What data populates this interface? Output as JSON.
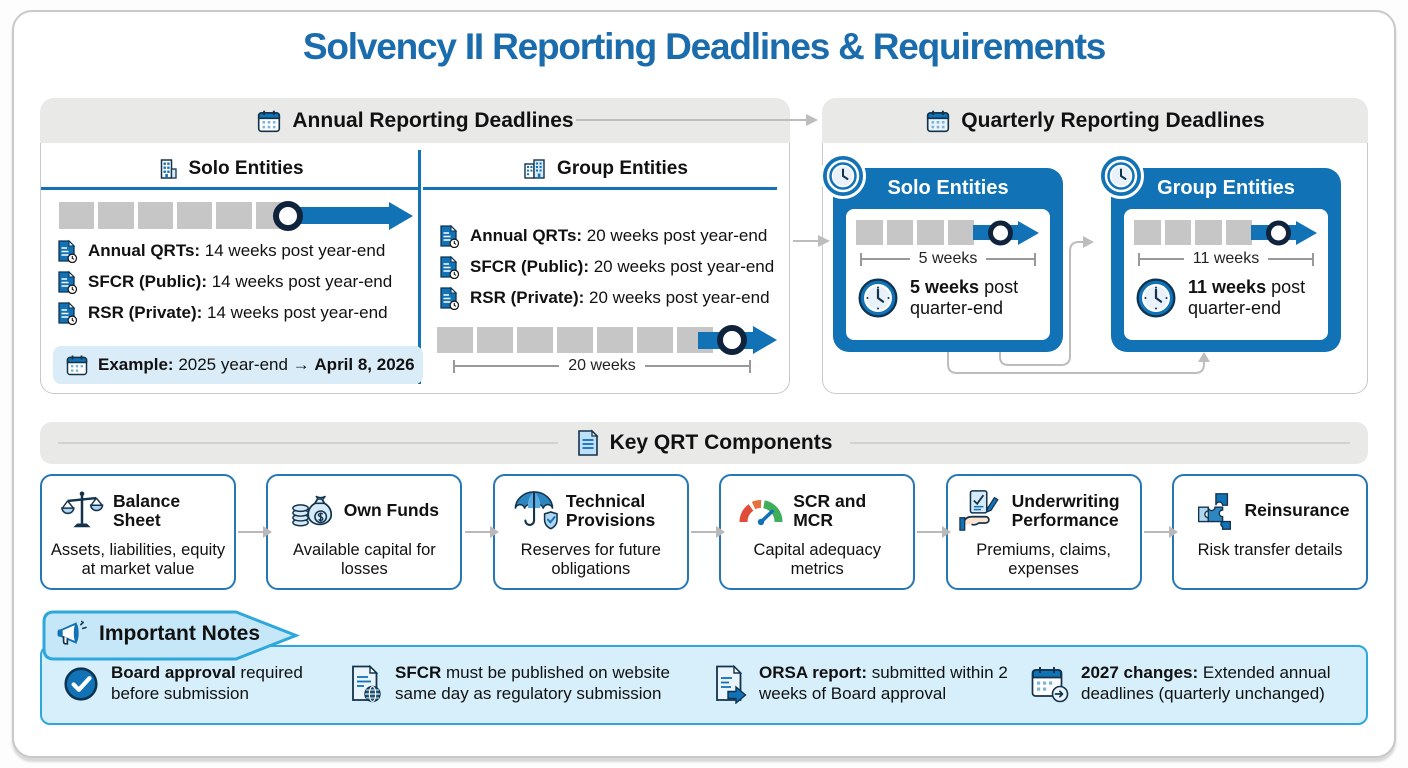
{
  "title": "Solvency II Reporting Deadlines & Requirements",
  "annual": {
    "header": "Annual Reporting Deadlines",
    "header_icon": "calendar-icon",
    "solo": {
      "title": "Solo Entities",
      "title_icon": "building-icon",
      "item_icon": "document-clock-icon",
      "items": [
        {
          "label": "Annual QRTs:",
          "text": " 14 weeks post year-end"
        },
        {
          "label": "SFCR (Public):",
          "text": " 14 weeks post year-end"
        },
        {
          "label": "RSR (Private):",
          "text": " 14 weeks post year-end"
        }
      ],
      "example_icon": "calendar-icon",
      "example_label": "Example:",
      "example_text": " 2025 year-end → ",
      "example_result": "April 8, 2026"
    },
    "group": {
      "title": "Group Entities",
      "title_icon": "buildings-icon",
      "item_icon": "document-clock-icon",
      "items": [
        {
          "label": "Annual QRTs:",
          "text": " 20 weeks post year-end"
        },
        {
          "label": "SFCR (Public):",
          "text": " 20 weeks post year-end"
        },
        {
          "label": "RSR (Private):",
          "text": " 20 weeks post year-end"
        }
      ],
      "timeline_label": "20 weeks"
    }
  },
  "quarterly": {
    "header": "Quarterly Reporting Deadlines",
    "header_icon": "calendar-icon",
    "solo": {
      "title": "Solo Entities",
      "badge_icon": "clock-icon",
      "measure": "5 weeks",
      "deadline_bold": "5 weeks",
      "deadline_rest": " post quarter-end"
    },
    "group": {
      "title": "Group Entities",
      "badge_icon": "clock-icon",
      "measure": "11 weeks",
      "deadline_bold": "11 weeks",
      "deadline_rest": " post quarter-end"
    }
  },
  "components": {
    "header": "Key QRT Components",
    "header_icon": "document-icon",
    "cards": [
      {
        "icon": "balance-scale-icon",
        "title": "Balance Sheet",
        "desc": "Assets, liabilities, equity at market value"
      },
      {
        "icon": "money-bag-icon",
        "title": "Own Funds",
        "desc": "Available capital for losses"
      },
      {
        "icon": "umbrella-shield-icon",
        "title": "Technical Provisions",
        "desc": "Reserves for future obligations"
      },
      {
        "icon": "gauge-icon",
        "title": "SCR and MCR",
        "desc": "Capital adequacy metrics"
      },
      {
        "icon": "underwriting-hand-icon",
        "title": "Underwriting Performance",
        "desc": "Premiums, claims, expenses"
      },
      {
        "icon": "puzzle-icon",
        "title": "Reinsurance",
        "desc": "Risk transfer details"
      }
    ]
  },
  "notes": {
    "header": "Important Notes",
    "header_icon": "megaphone-icon",
    "items": [
      {
        "icon": "check-circle-icon",
        "bold": "Board approval",
        "text": " required before submission"
      },
      {
        "icon": "document-globe-icon",
        "bold": "SFCR",
        "text": " must be published on website same day as regulatory submission"
      },
      {
        "icon": "document-arrow-icon",
        "bold": "ORSA report:",
        "text": " submitted within 2 weeks of Board approval"
      },
      {
        "icon": "calendar-arrow-icon",
        "bold": "2027 changes:",
        "text": " Extended annual deadlines (quarterly unchanged)"
      }
    ]
  },
  "colors": {
    "primary_blue": "#1272b6",
    "title_blue": "#1a6cac",
    "header_gray": "#e9e9e7",
    "segment_gray": "#c6c6c6",
    "light_blue_box": "#d9ecf8",
    "notes_fill": "#d6effb",
    "notes_border": "#2ea7dc",
    "gauge_red": "#e04b3a",
    "gauge_green": "#3fae5a"
  }
}
